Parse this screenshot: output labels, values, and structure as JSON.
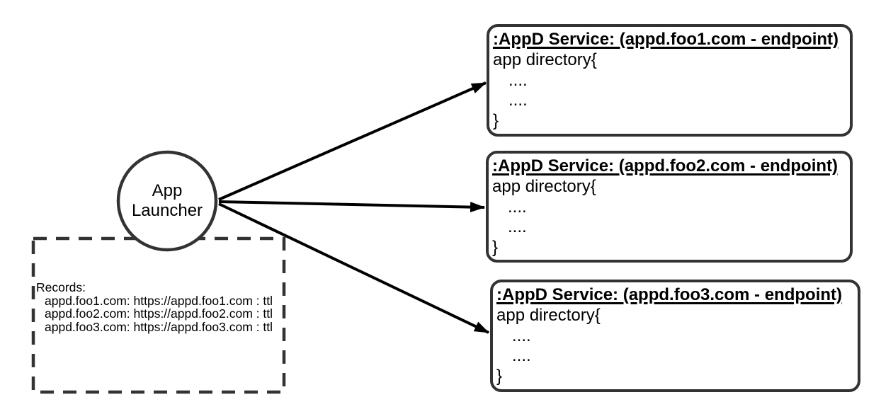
{
  "diagram": {
    "launcher": {
      "label_line1": "App",
      "label_line2": "Launcher"
    },
    "records_panel": {
      "title": "Records:",
      "records": [
        "appd.foo1.com: https://appd.foo1.com : ttl",
        "appd.foo2.com: https://appd.foo2.com : ttl",
        "appd.foo3.com: https://appd.foo3.com : ttl"
      ]
    },
    "services": [
      {
        "title": ":AppD Service: (appd.foo1.com - endpoint)",
        "body_lines": [
          "app directory{",
          "....",
          "....",
          "}"
        ]
      },
      {
        "title": ":AppD Service: (appd.foo2.com - endpoint)",
        "body_lines": [
          "app directory{",
          "....",
          "....",
          "}"
        ]
      },
      {
        "title": ":AppD Service: (appd.foo3.com - endpoint)",
        "body_lines": [
          "app directory{",
          "....",
          "....",
          "}"
        ]
      }
    ],
    "colors": {
      "shape_stroke": "#333333",
      "arrow": "#000000",
      "text": "#000000",
      "background": "#ffffff"
    }
  }
}
